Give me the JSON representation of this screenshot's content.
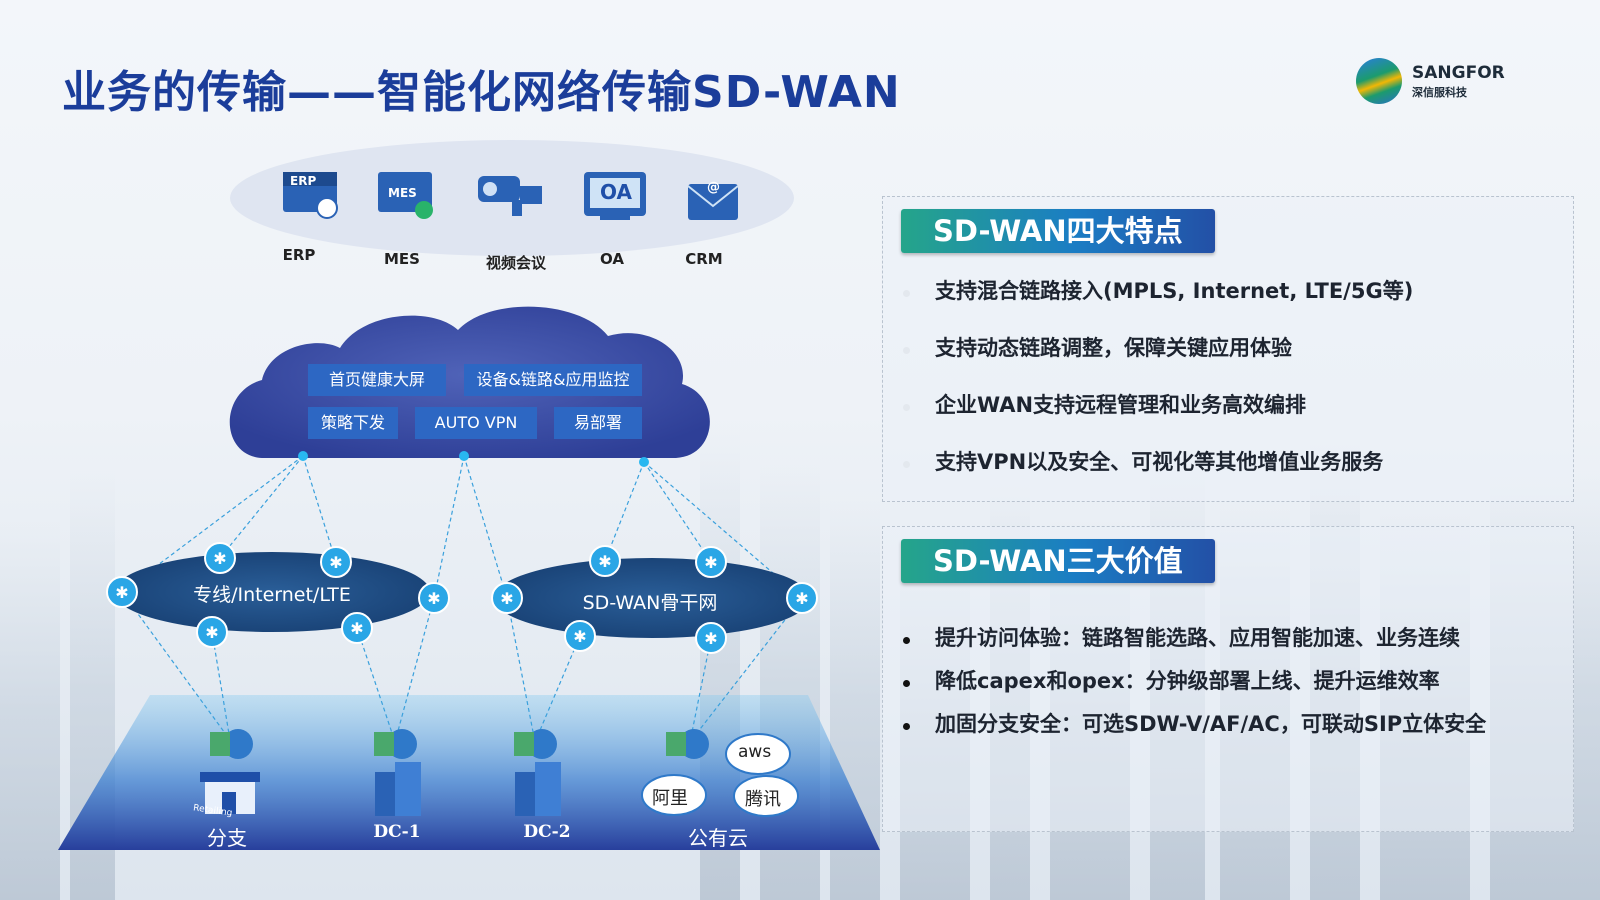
{
  "title": "业务的传输——智能化网络传输SD-WAN",
  "logo": {
    "name": "SANGFOR",
    "sub": "深信服科技"
  },
  "apps": [
    {
      "icon": "erp-icon",
      "badge": "ERP",
      "label": "ERP"
    },
    {
      "icon": "mes-icon",
      "badge": "MES",
      "label": "MES"
    },
    {
      "icon": "video-camera-icon",
      "badge": "",
      "label": "视频会议"
    },
    {
      "icon": "oa-monitor-icon",
      "badge": "OA",
      "label": "OA"
    },
    {
      "icon": "mail-icon",
      "badge": "@",
      "label": "CRM"
    }
  ],
  "cloud_buttons": [
    "首页健康大屏",
    "设备&链路&应用监控",
    "策略下发",
    "AUTO VPN",
    "易部署"
  ],
  "networks": [
    "专线/Internet/LTE",
    "SD-WAN骨干网"
  ],
  "sites": [
    {
      "label": "分支",
      "sub": "Retailing"
    },
    {
      "label": "DC-1"
    },
    {
      "label": "DC-2"
    },
    {
      "label": "公有云",
      "clouds": [
        "aws",
        "阿里",
        "腾讯"
      ]
    }
  ],
  "features": {
    "heading": "SD-WAN四大特点",
    "items": [
      "支持混合链路接入(MPLS, Internet, LTE/5G等)",
      "支持动态链路调整，保障关键应用体验",
      "企业WAN支持远程管理和业务高效编排",
      "支持VPN以及安全、可视化等其他增值业务服务"
    ]
  },
  "values": {
    "heading": "SD-WAN三大价值",
    "items": [
      "提升访问体验：链路智能选路、应用智能加速、业务连续",
      "降低capex和opex：分钟级部署上线、提升运维效率",
      "加固分支安全：可选SDW-V/AF/AC，可联动SIP立体安全"
    ]
  },
  "colors": {
    "title": "#1b3d9a",
    "cloud": "#3a4fa8",
    "network": "#1f4f86",
    "accent": "#22a7e0"
  }
}
